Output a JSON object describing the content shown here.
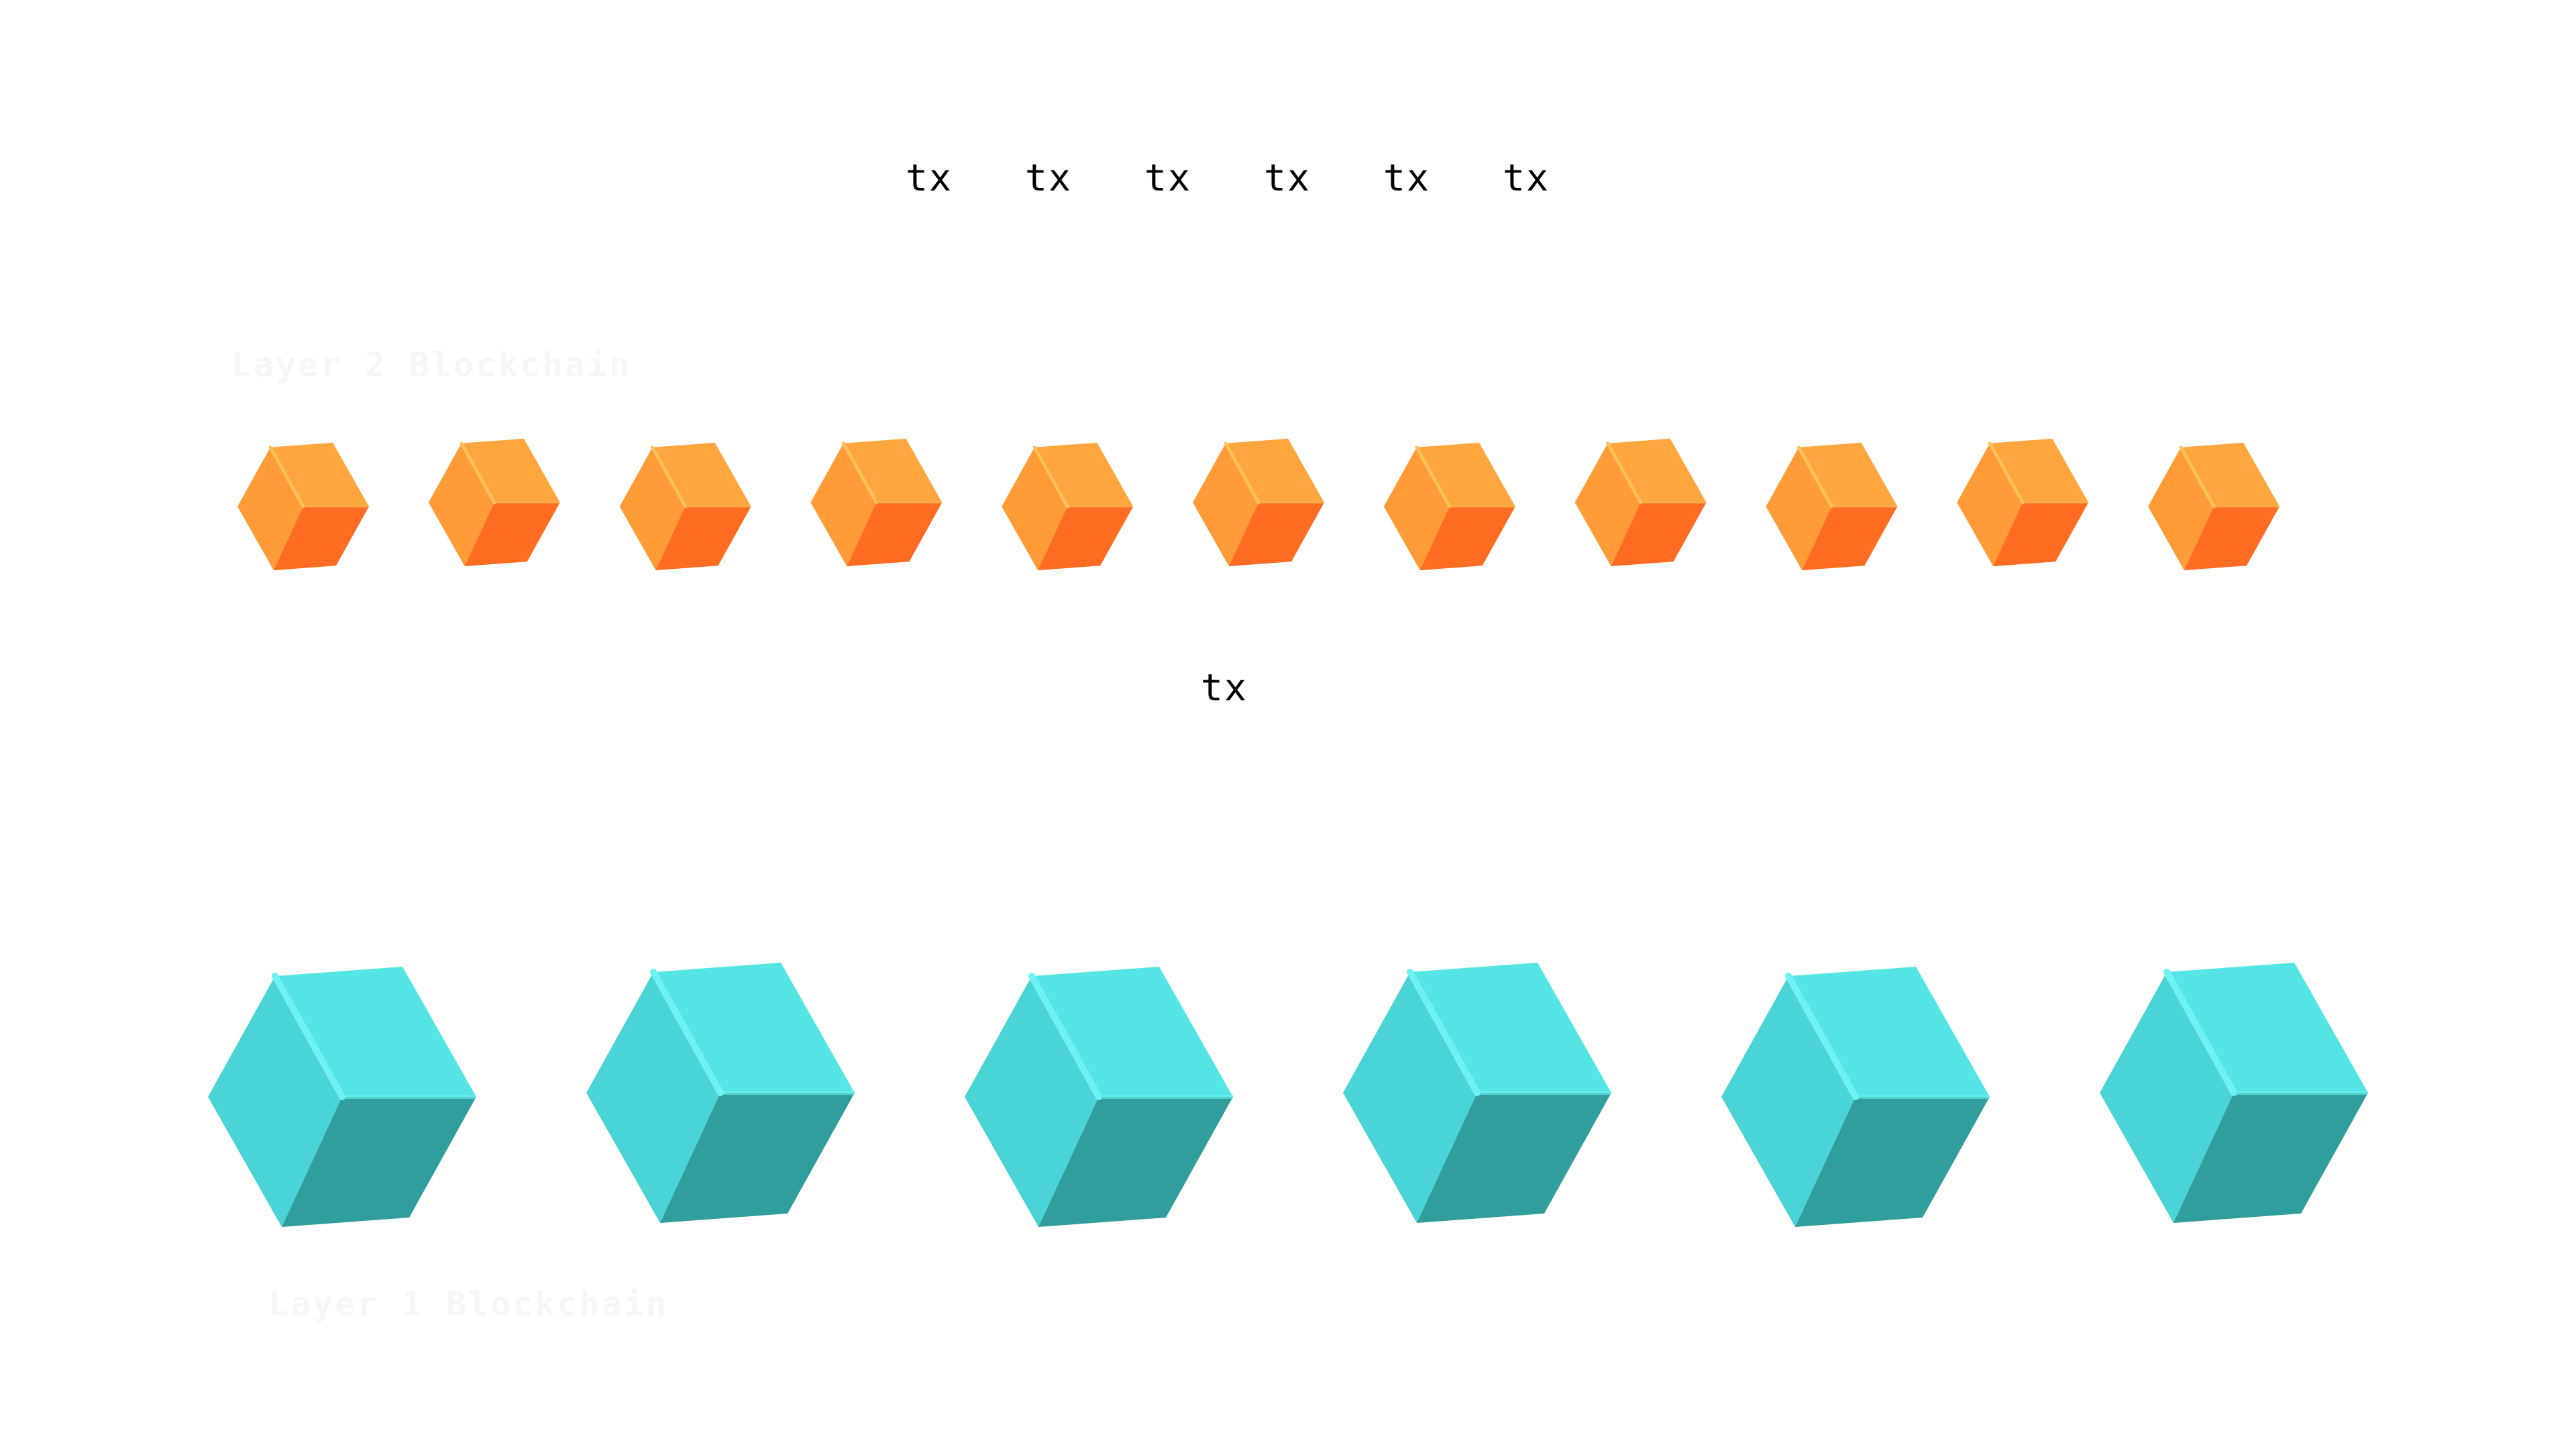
{
  "mempool": {
    "transactions": [
      "tx",
      "tx",
      "tx",
      "tx",
      "tx",
      "tx"
    ]
  },
  "layer2": {
    "label": "Layer 2 Blockchain",
    "block_count": 11,
    "colors": {
      "top": "#ffa63e",
      "left": "#ff9c38",
      "right": "#ff6c22",
      "edge": "#ffc258",
      "link": "#ff3d14"
    }
  },
  "bridge": {
    "transaction": "tx"
  },
  "layer1": {
    "label": "Layer 1 Blockchain",
    "block_count": 6,
    "colors": {
      "top": "#55e5e5",
      "left": "#4ad4d6",
      "right": "#309e9c",
      "edge": "#6ff2f2",
      "link": "#4645e2"
    }
  }
}
